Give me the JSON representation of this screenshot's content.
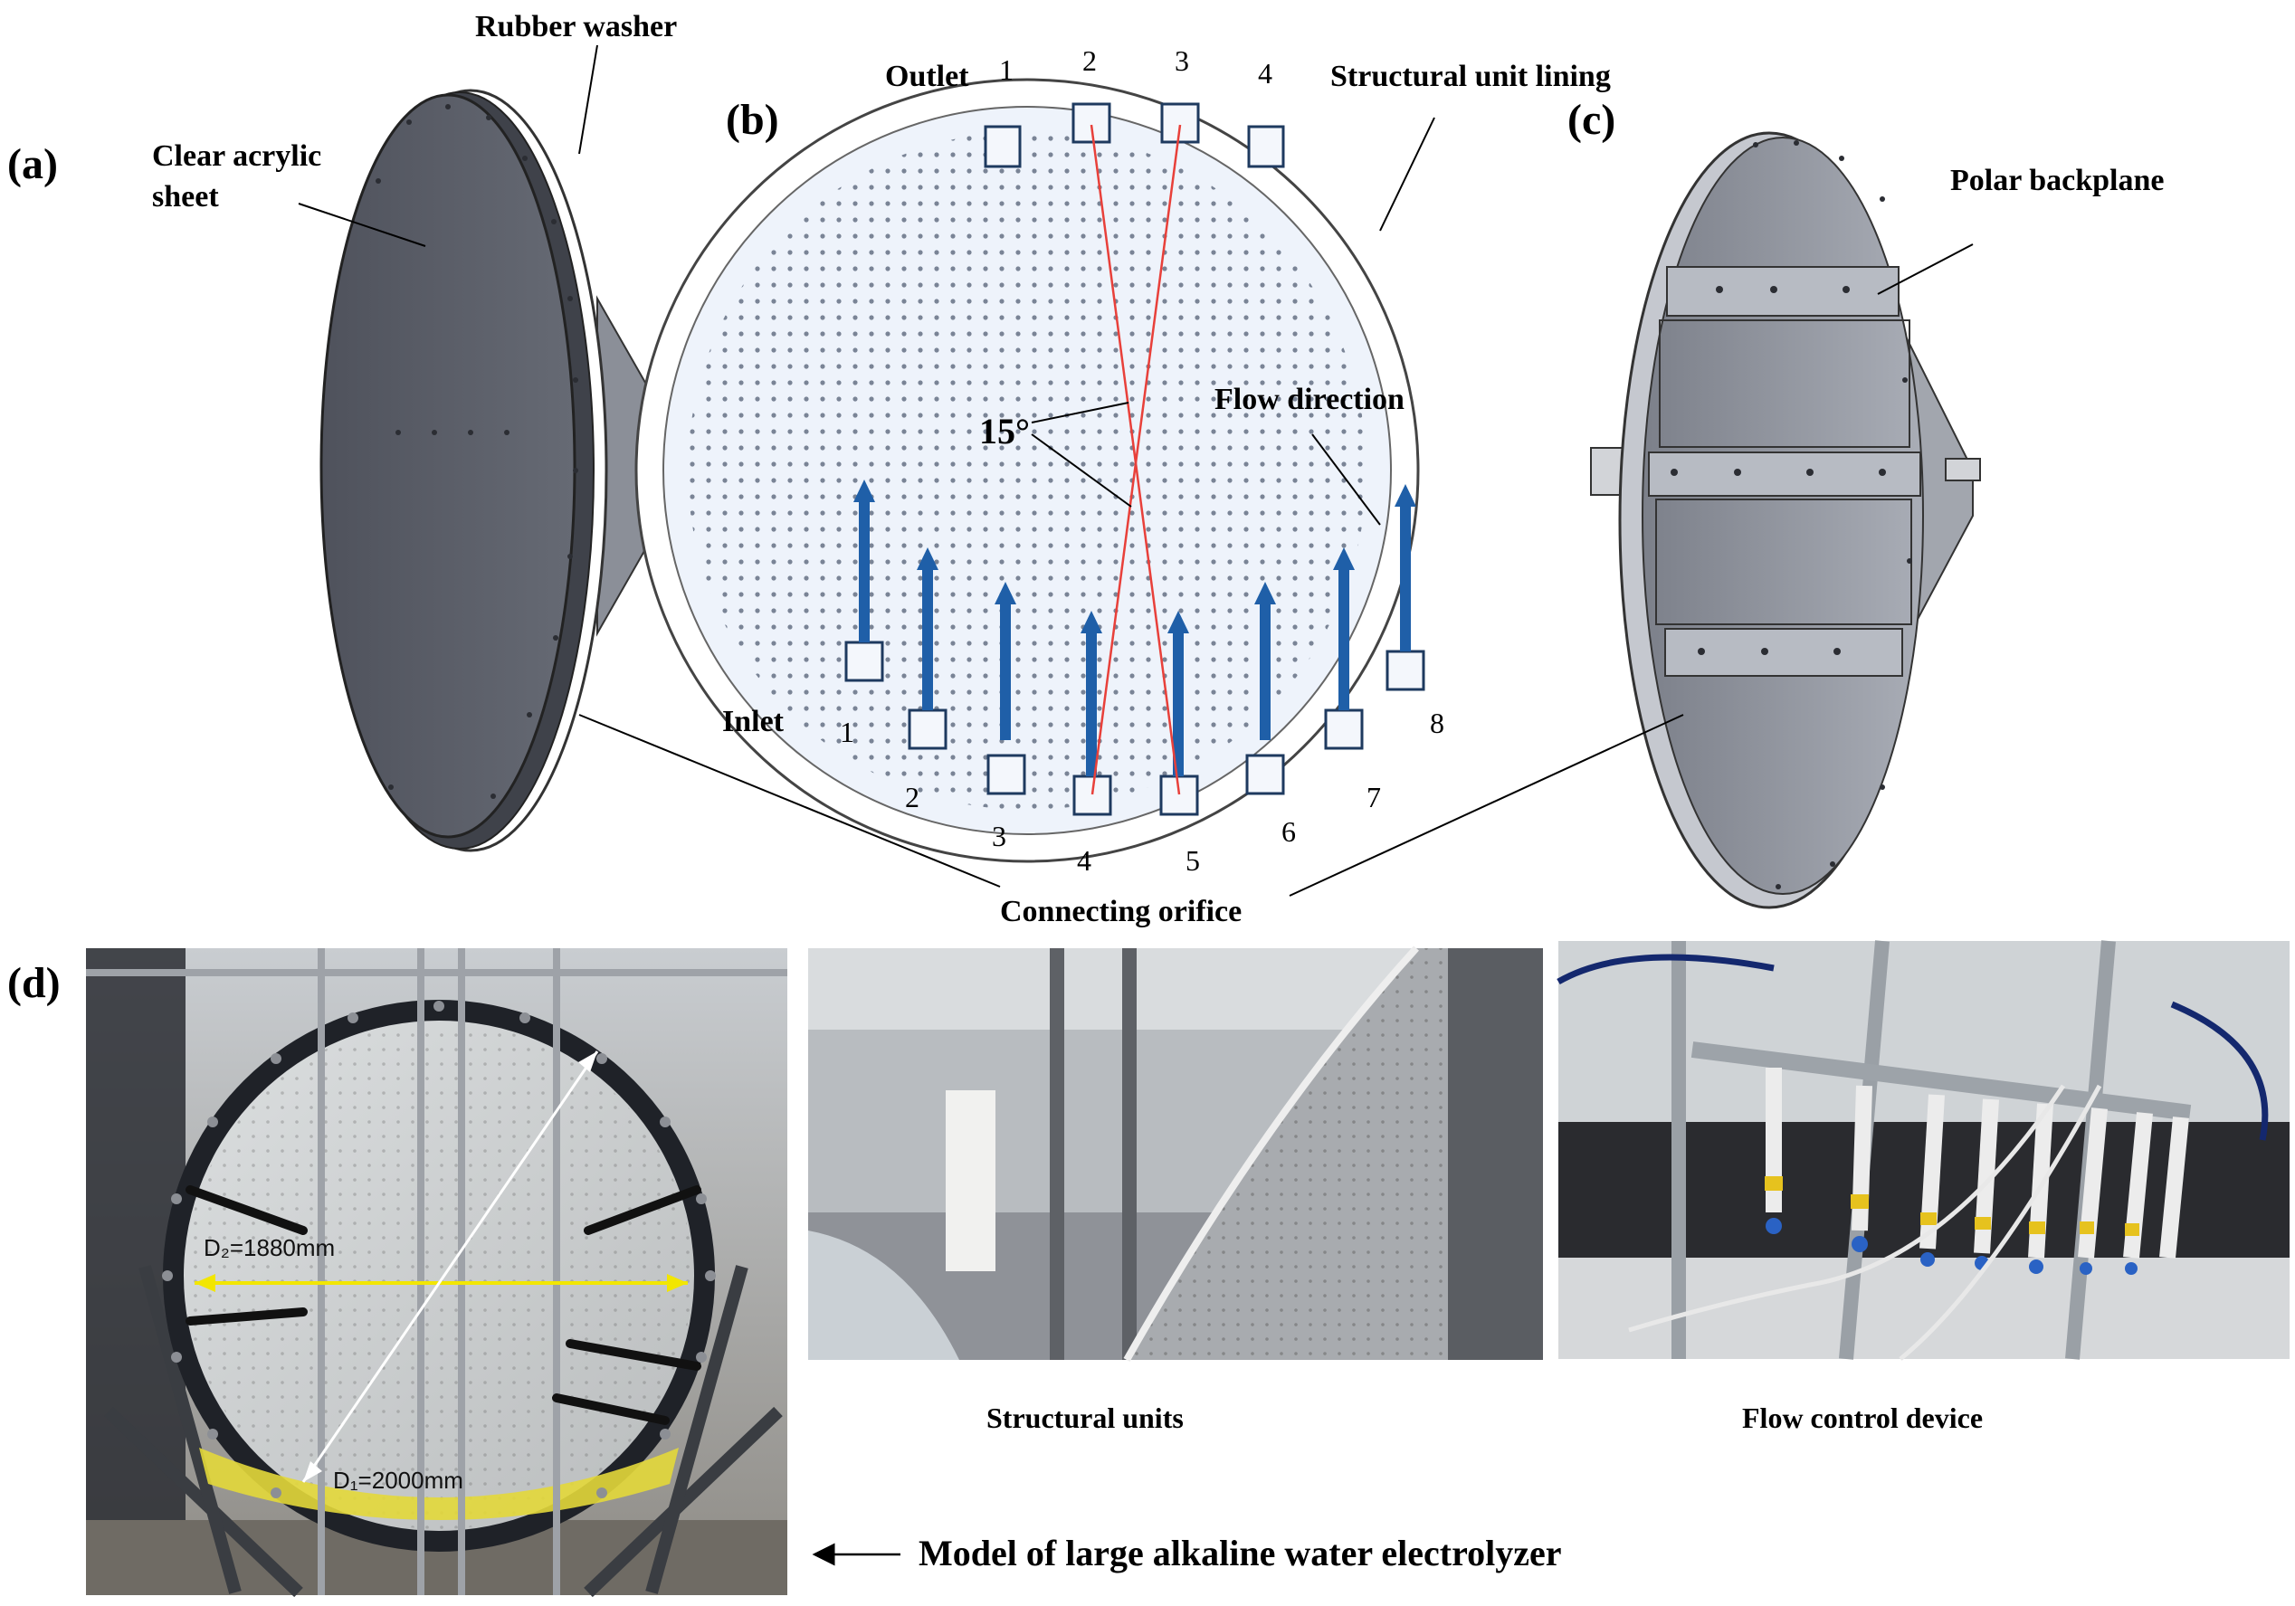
{
  "panels": {
    "a": {
      "tag": "(a)",
      "rubber_washer": "Rubber washer",
      "acrylic_line1": "Clear acrylic",
      "acrylic_line2": "sheet"
    },
    "b": {
      "tag": "(b)",
      "outlet": "Outlet",
      "inlet": "Inlet",
      "lining": "Structural unit lining",
      "flow_direction": "Flow direction",
      "angle": "15°",
      "outlet_numbers": [
        "1",
        "2",
        "3",
        "4"
      ],
      "inlet_numbers": [
        "1",
        "2",
        "3",
        "4",
        "5",
        "6",
        "7",
        "8"
      ]
    },
    "c": {
      "tag": "(c)",
      "polar_backplane": "Polar backplane"
    },
    "connecting_orifice": "Connecting orifice",
    "d": {
      "tag": "(d)",
      "d2": "D₂=1880mm",
      "d1": "D₁=2000mm",
      "model_caption": "Model of large alkaline water electrolyzer",
      "structural_units": "Structural units",
      "flow_control": "Flow control device"
    }
  },
  "colors": {
    "plate_dark": "#5b5e68",
    "plate_mid": "#9a9ea8",
    "lining_fill": "#eef3fb",
    "flow_arrow": "#1f5fa8",
    "angle_line": "#e8403a",
    "measure_arrow": "#f2e600"
  }
}
